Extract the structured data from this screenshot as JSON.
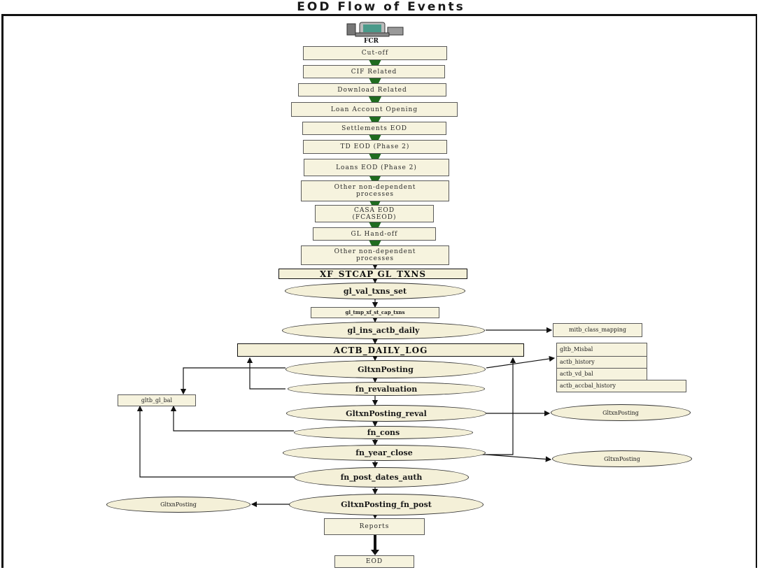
{
  "title": "EOD Flow of Events",
  "icons": {
    "fcr": "computer-terminal-icon"
  },
  "labels": {
    "fcr": "FCR",
    "cutoff": "Cut-off",
    "cif": "CIF Related",
    "download": "Download Related",
    "loanopen": "Loan Account Opening",
    "settlements": "Settlements EOD",
    "td": "TD EOD (Phase 2)",
    "loans": "Loans EOD (Phase 2)",
    "other1": "Other non-dependent processes",
    "casa": "CASA EOD (FCASEOD)",
    "glhandoff": "GL Hand-off",
    "other2": "Other non-dependent processes",
    "xfstcap": "XF_STCAP GL_TXNS",
    "glvaltxns": "gl_val_txns_set",
    "gltmp": "gl_tmp_xf_st_cap_txns",
    "glins": "gl_ins_actb_daily",
    "mitb": "mitb_class_mapping",
    "actbdaily": "ACTB_DAILY_LOG",
    "gltxnposting": "GltxnPosting",
    "fnreval": "fn_revaluation",
    "gltxnreval": "GltxnPosting_reval",
    "fncons": "fn_cons",
    "fnyear": "fn_year_close",
    "fnpostdates": "fn_post_dates_auth",
    "gltxnfnpost": "GltxnPosting_fn_post",
    "reports": "Reports",
    "eod": "EOD",
    "glglbal": "gltb_gl_bal",
    "misbal": "gltb_Misbal",
    "actbhistory": "actb_history",
    "actbvdbal": "actb_vd_bal",
    "actbaccbal": "actb_accbal_history",
    "gp1": "GltxnPosting",
    "gp2": "GltxnPosting",
    "gp3": "GltxnPosting"
  }
}
